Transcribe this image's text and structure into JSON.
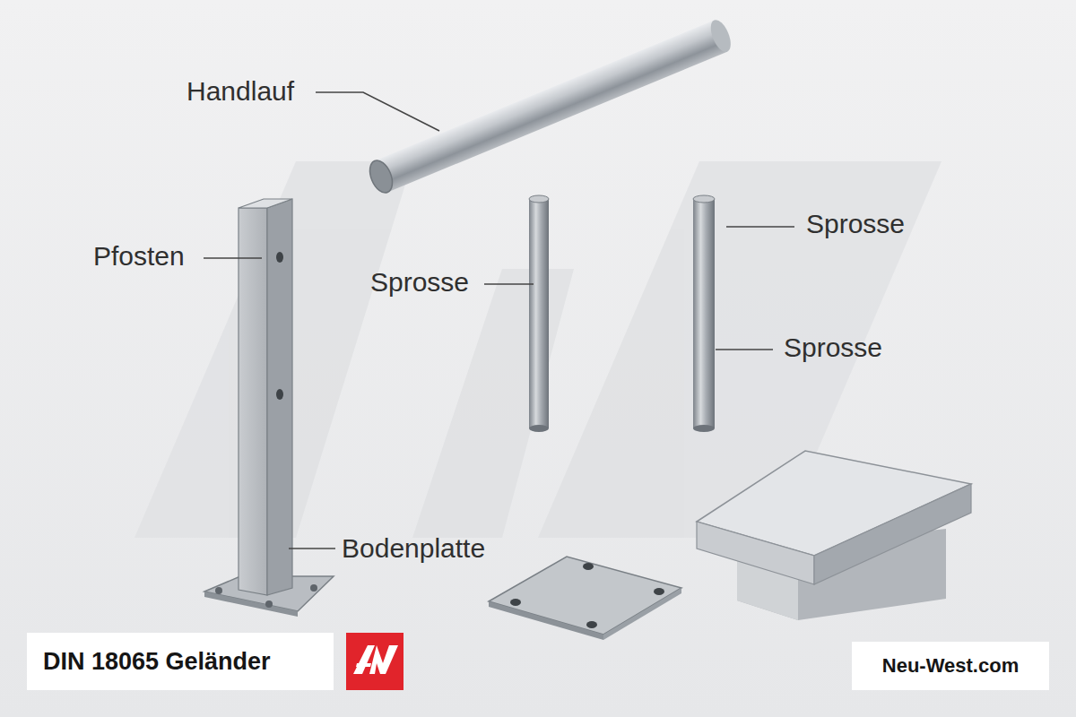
{
  "diagram": {
    "nodes": [
      {
        "text": [
          "DIN 18065 Geländer"
        ]
      },
      {
        "text": [
          "Neu-West.com"
        ]
      }
    ],
    "labels": [
      "Handlauf",
      "Pfosten",
      "Sprosse",
      "Sprosse",
      "Sprosse",
      "Bodenplatte"
    ]
  }
}
